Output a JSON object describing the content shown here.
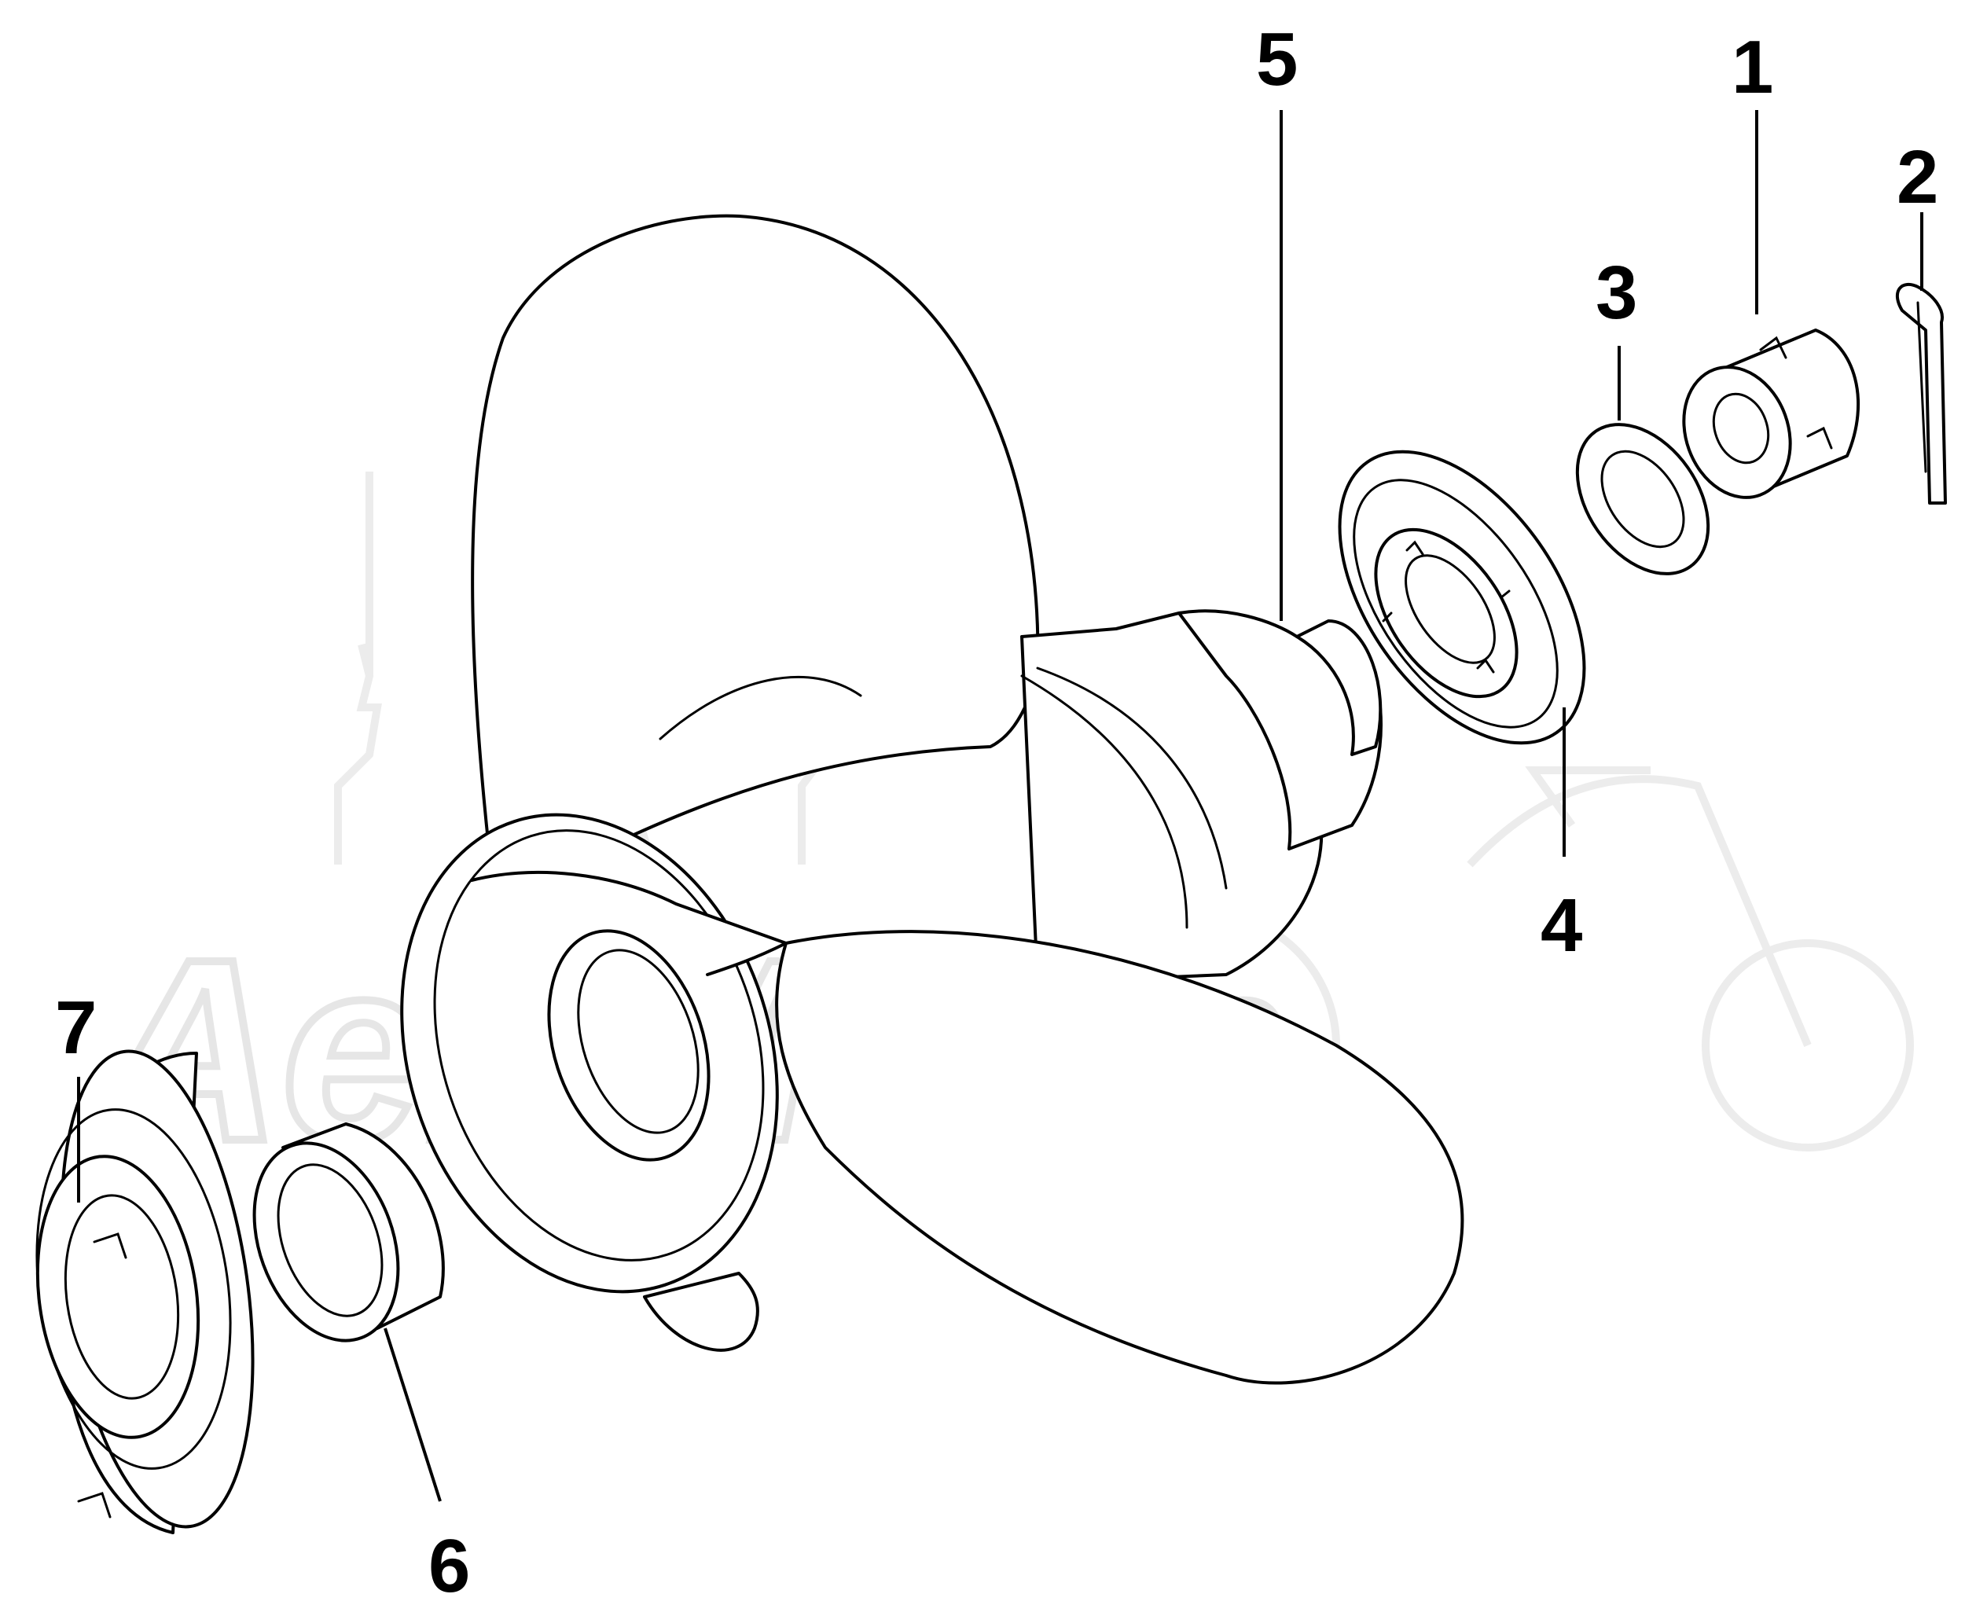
{
  "watermark": {
    "text": "AeriMotm",
    "color": "#e6e6e6"
  },
  "callouts": [
    {
      "id": "1",
      "label": "1"
    },
    {
      "id": "2",
      "label": "2"
    },
    {
      "id": "3",
      "label": "3"
    },
    {
      "id": "4",
      "label": "4"
    },
    {
      "id": "5",
      "label": "5"
    },
    {
      "id": "6",
      "label": "6"
    },
    {
      "id": "7",
      "label": "7"
    }
  ],
  "parts": {
    "1": "castle-nut",
    "2": "cotter-pin",
    "3": "washer",
    "4": "thrust-hub-rear",
    "5": "propeller",
    "6": "bushing",
    "7": "thrust-hub-front"
  }
}
